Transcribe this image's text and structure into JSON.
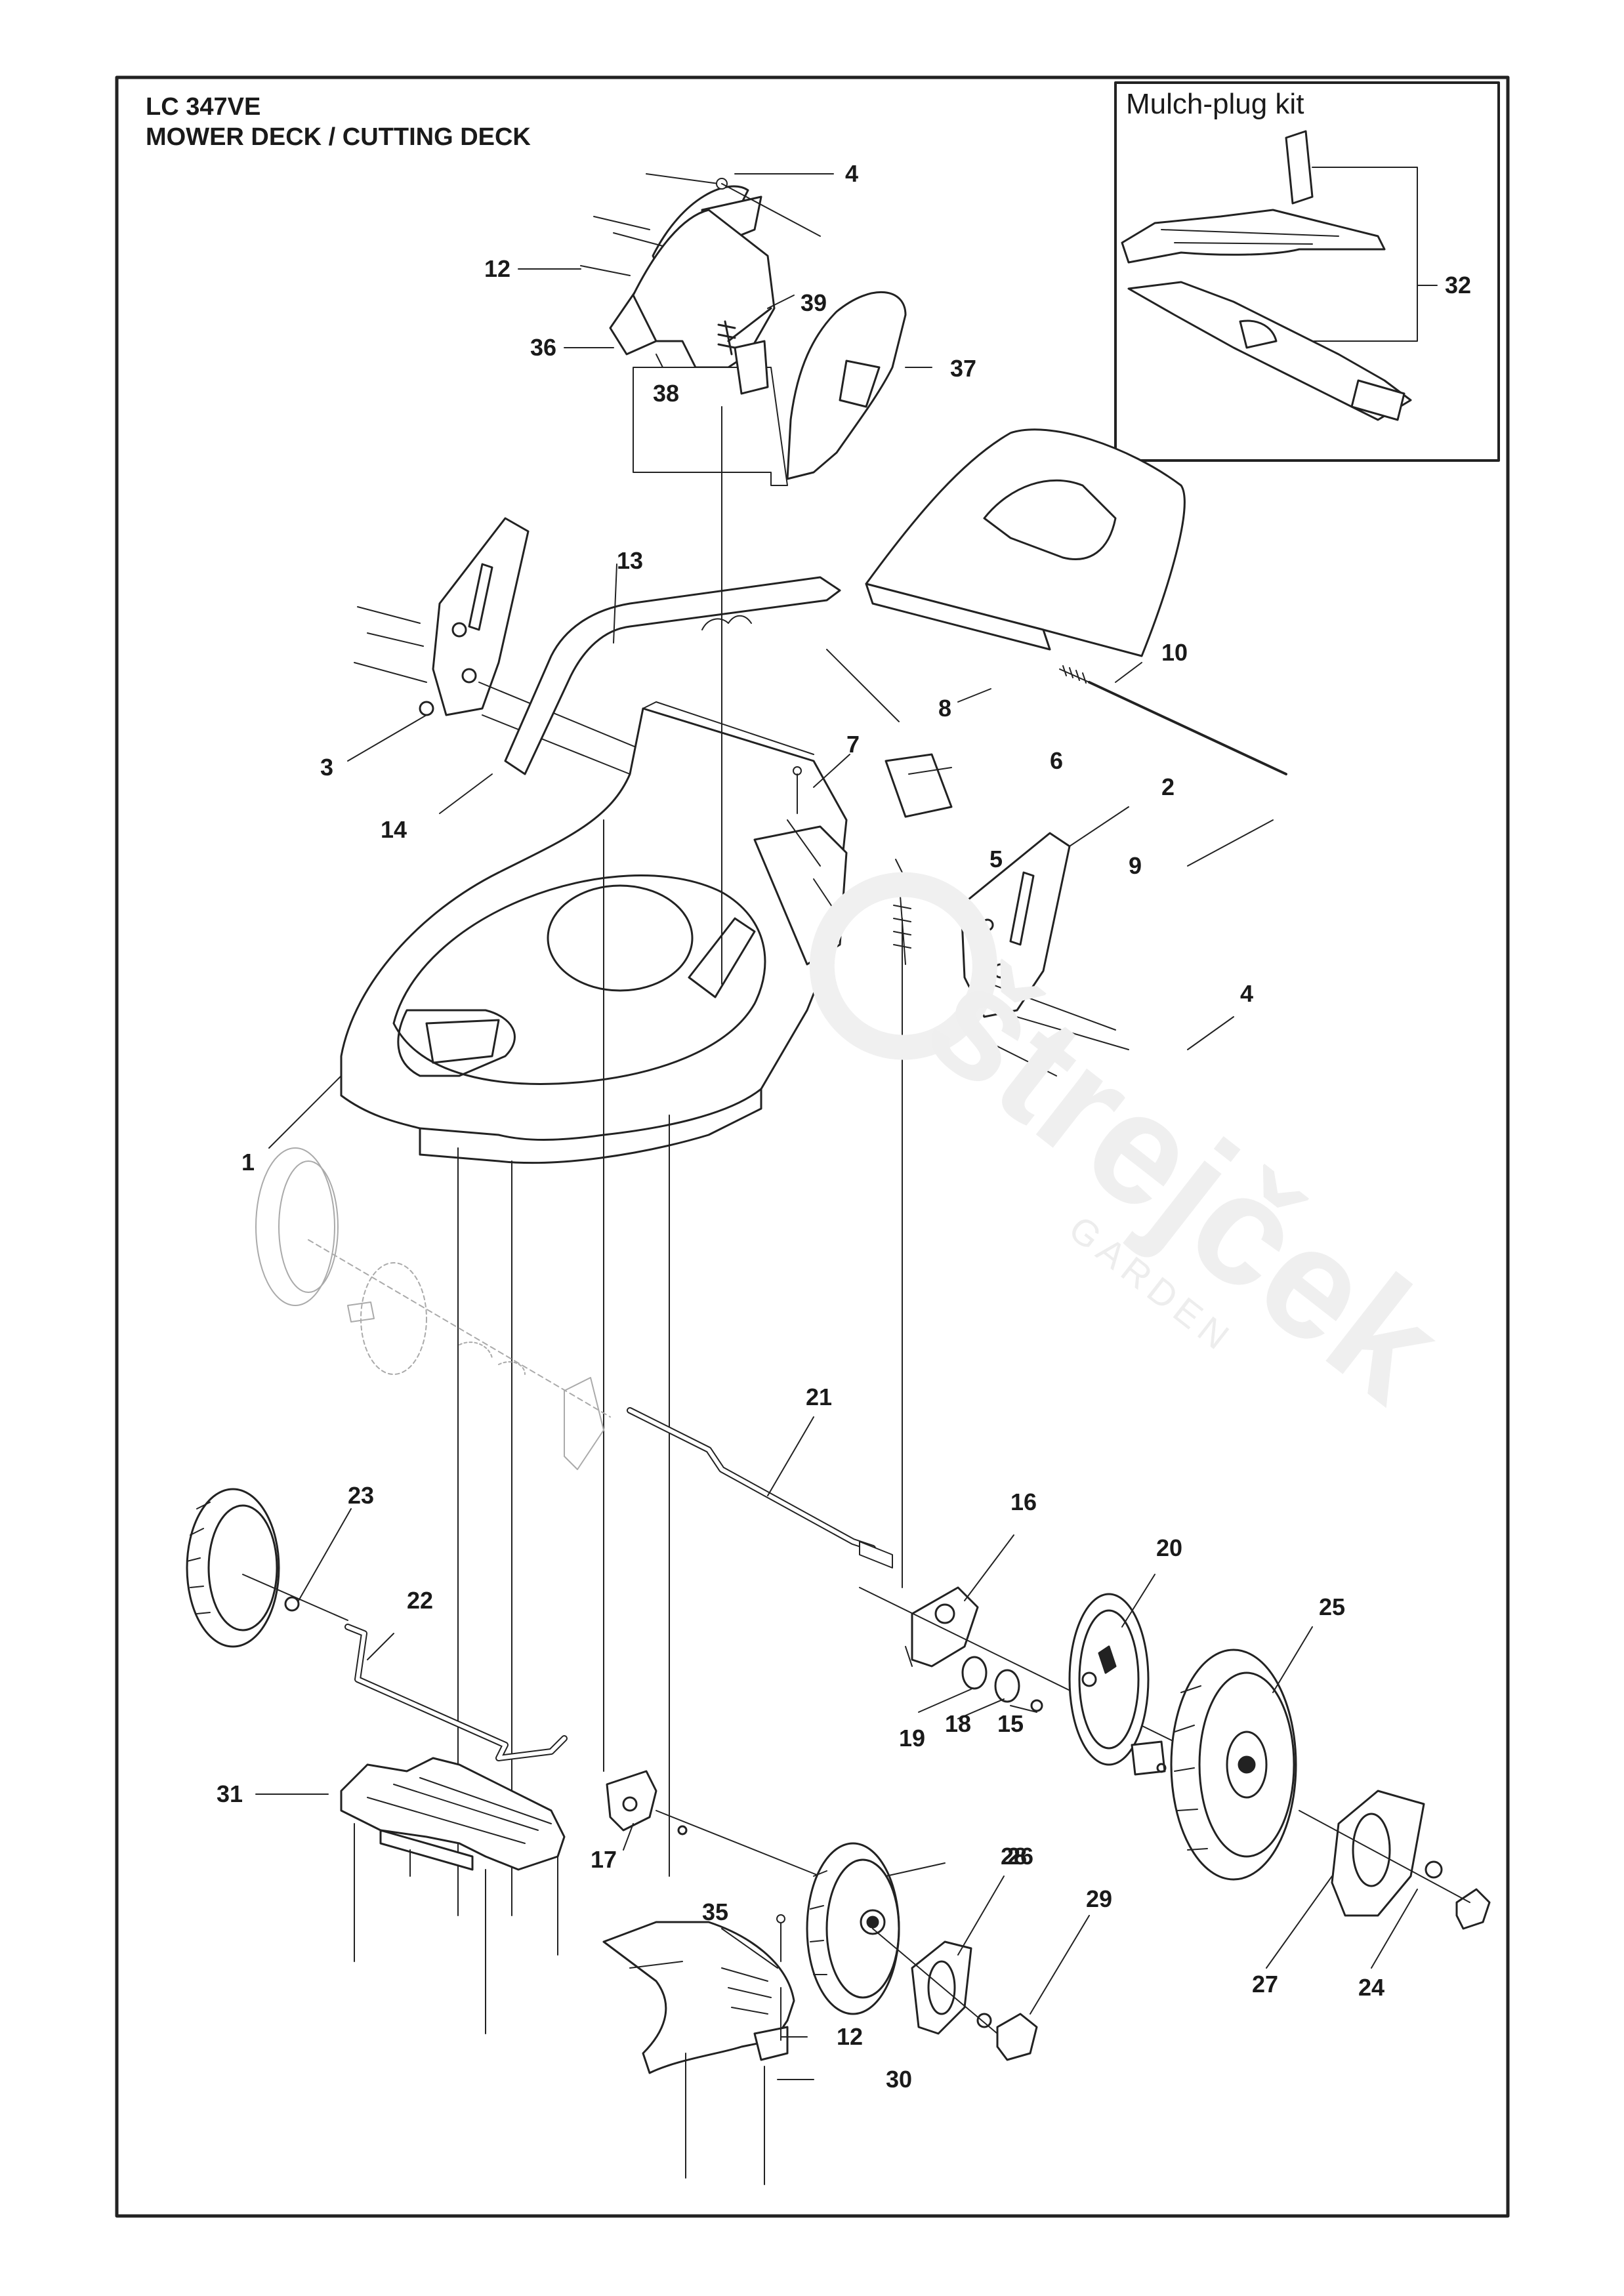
{
  "title": {
    "model": "LC 347VE",
    "section": "MOWER DECK / CUTTING DECK"
  },
  "kit": {
    "title": "Mulch-plug kit"
  },
  "watermark": {
    "brand": "štrejček",
    "tagline": "GARDEN"
  },
  "callouts": [
    {
      "id": "c4a",
      "label": "4"
    },
    {
      "id": "c12a",
      "label": "12"
    },
    {
      "id": "c39",
      "label": "39"
    },
    {
      "id": "c36",
      "label": "36"
    },
    {
      "id": "c38",
      "label": "38"
    },
    {
      "id": "c37",
      "label": "37"
    },
    {
      "id": "c32",
      "label": "32"
    },
    {
      "id": "c13",
      "label": "13"
    },
    {
      "id": "c10",
      "label": "10"
    },
    {
      "id": "c8",
      "label": "8"
    },
    {
      "id": "c3",
      "label": "3"
    },
    {
      "id": "c7",
      "label": "7"
    },
    {
      "id": "c6",
      "label": "6"
    },
    {
      "id": "c2",
      "label": "2"
    },
    {
      "id": "c14",
      "label": "14"
    },
    {
      "id": "c5",
      "label": "5"
    },
    {
      "id": "c9",
      "label": "9"
    },
    {
      "id": "c4b",
      "label": "4"
    },
    {
      "id": "c1",
      "label": "1"
    },
    {
      "id": "c21",
      "label": "21"
    },
    {
      "id": "c23",
      "label": "23"
    },
    {
      "id": "c16",
      "label": "16"
    },
    {
      "id": "c20",
      "label": "20"
    },
    {
      "id": "c22",
      "label": "22"
    },
    {
      "id": "c25",
      "label": "25"
    },
    {
      "id": "c19",
      "label": "19"
    },
    {
      "id": "c18",
      "label": "18"
    },
    {
      "id": "c15",
      "label": "15"
    },
    {
      "id": "c31",
      "label": "31"
    },
    {
      "id": "c26",
      "label": "26"
    },
    {
      "id": "c17",
      "label": "17"
    },
    {
      "id": "c28",
      "label": "28"
    },
    {
      "id": "c35",
      "label": "35"
    },
    {
      "id": "c29",
      "label": "29"
    },
    {
      "id": "c27",
      "label": "27"
    },
    {
      "id": "c24",
      "label": "24"
    },
    {
      "id": "c12b",
      "label": "12"
    },
    {
      "id": "c30",
      "label": "30"
    }
  ]
}
